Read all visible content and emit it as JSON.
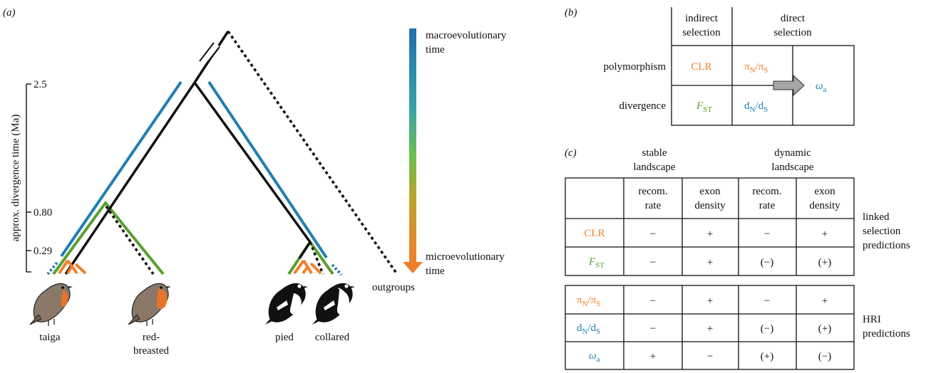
{
  "colors": {
    "blue": "#1f7fb5",
    "green": "#5aa02c",
    "orange": "#f07f2c",
    "black": "#111111"
  },
  "panel_a": {
    "label": "(a)",
    "yaxis_label": "approx. divergence time (Ma)",
    "ticks": [
      "2.5",
      "0.80",
      "0.29"
    ],
    "taxa": {
      "taiga": "taiga",
      "red_line1": "red-",
      "red_line2": "breasted",
      "pied": "pied",
      "collared": "collared",
      "outgroups": "outgroups"
    },
    "gradient": {
      "top_line1": "macroevolutionary",
      "top_line2": "time",
      "bottom_line1": "microevolutionary",
      "bottom_line2": "time"
    },
    "bird_icons": [
      "robin-icon",
      "robin-icon",
      "flycatcher-icon",
      "flycatcher-icon"
    ]
  },
  "panel_b": {
    "label": "(b)",
    "col1_line1": "indirect",
    "col1_line2": "selection",
    "col2_line1": "direct",
    "col2_line2": "selection",
    "row1": "polymorphism",
    "row2": "divergence",
    "clr": "CLR",
    "fst_main": "F",
    "fst_sub": "ST",
    "piN": "π",
    "piN_sub": "N",
    "piS": "/π",
    "piS_sub": "S",
    "dN": "d",
    "dN_sub": "N",
    "dS": "/d",
    "dS_sub": "S",
    "omega": "ω",
    "omega_sub": "a"
  },
  "panel_c": {
    "label": "(c)",
    "group1_line1": "stable",
    "group1_line2": "landscape",
    "group2_line1": "dynamic",
    "group2_line2": "landscape",
    "col_headers": [
      [
        "recom.",
        "rate"
      ],
      [
        "exon",
        "density"
      ],
      [
        "recom.",
        "rate"
      ],
      [
        "exon",
        "density"
      ]
    ],
    "linked_rows": [
      {
        "label": "CLR",
        "values": [
          "−",
          "+",
          "−",
          "+"
        ]
      },
      {
        "label": "FST",
        "values": [
          "−",
          "+",
          "(−)",
          "(+)"
        ]
      }
    ],
    "hri_rows": [
      {
        "label": "πN/πS",
        "values": [
          "−",
          "+",
          "−",
          "+"
        ]
      },
      {
        "label": "dN/dS",
        "values": [
          "−",
          "+",
          "(−)",
          "(+)"
        ]
      },
      {
        "label": "ωa",
        "values": [
          "+",
          "−",
          "(+)",
          "(−)"
        ]
      }
    ],
    "linked_label": [
      "linked",
      "selection",
      "predictions"
    ],
    "hri_label": [
      "HRI",
      "predictions"
    ]
  }
}
